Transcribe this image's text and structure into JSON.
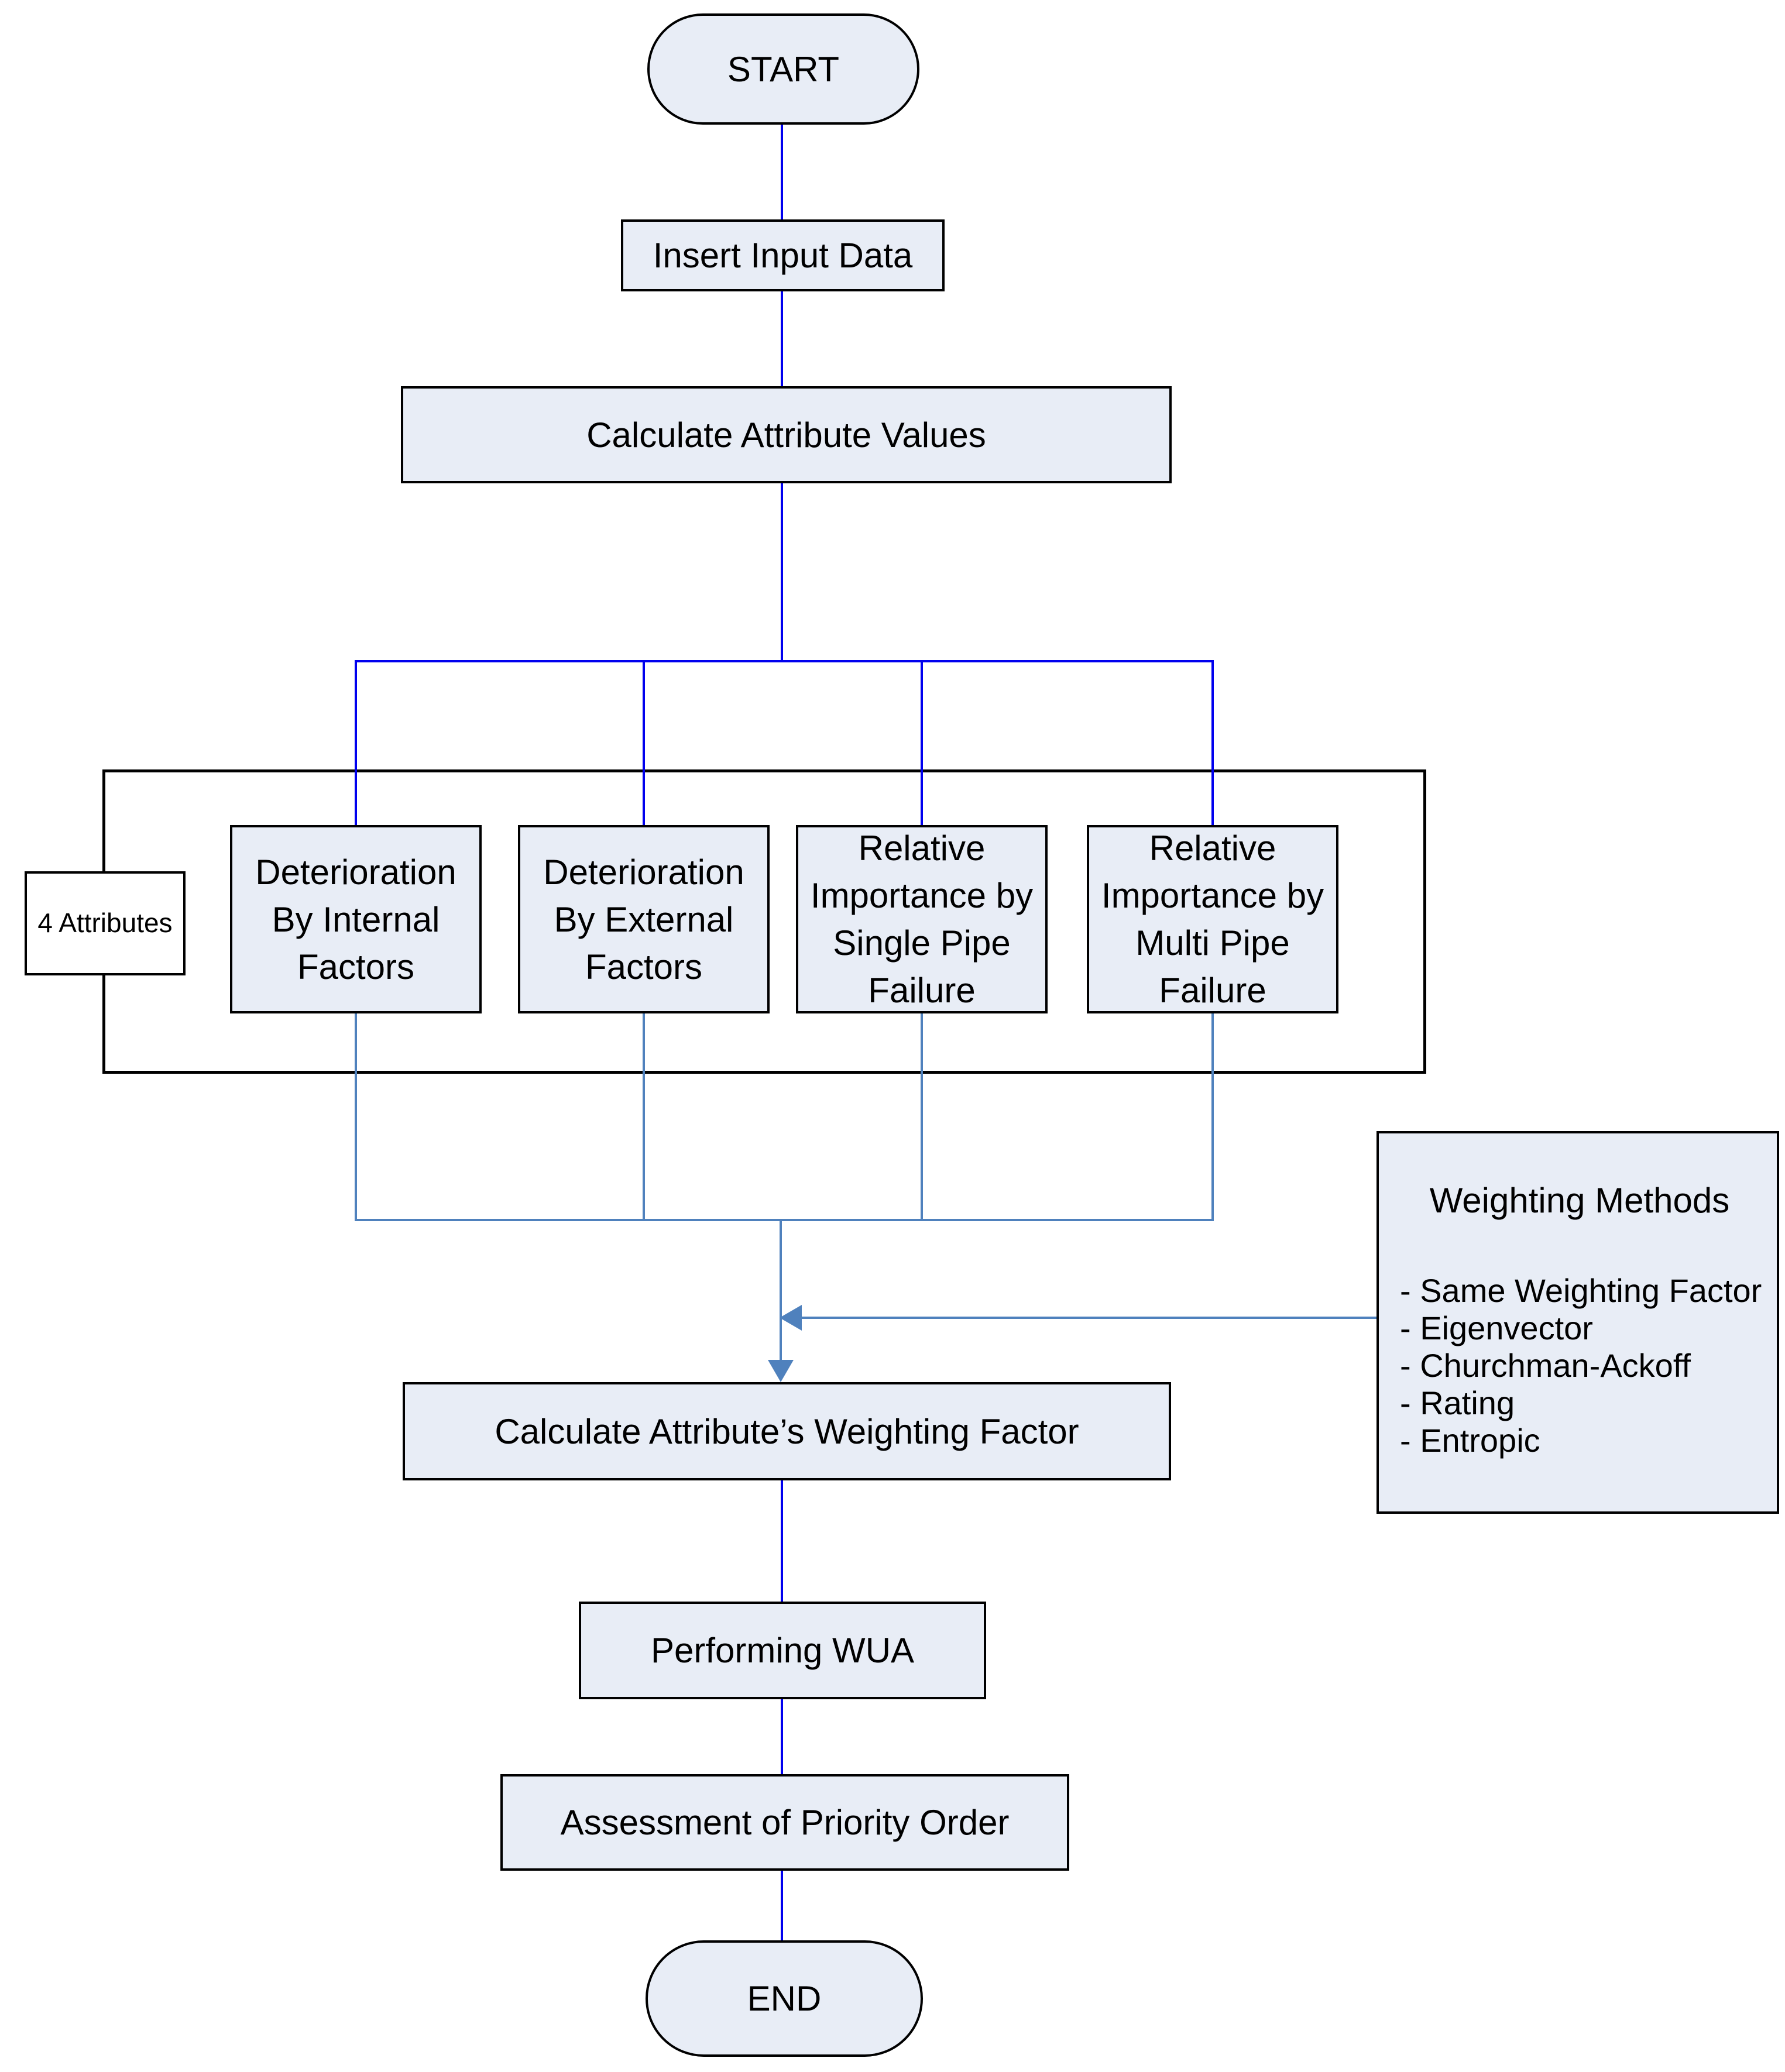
{
  "colors": {
    "canvas-bg": "#ffffff",
    "node-fill": "#e8edf6",
    "node-border": "#000000",
    "text-color": "#000000",
    "flow-blue": "#0000ee",
    "flow-steel": "#4f81bd"
  },
  "flowchart": {
    "start_label": "START",
    "insert_input_label": "Insert Input Data",
    "calculate_values_label": "Calculate Attribute Values",
    "attributes_count_label": "4 Attributes",
    "attribute_boxes": [
      "Deterioration By Internal Factors",
      "Deterioration By External Factors",
      "Relative Importance by Single Pipe Failure",
      "Relative Importance by Multi Pipe Failure"
    ],
    "weighting_methods": {
      "title": "Weighting Methods",
      "items": [
        "- Same Weighting Factor",
        "- Eigenvector",
        "- Churchman-Ackoff",
        "- Rating",
        "- Entropic"
      ]
    },
    "calculate_weighting_label": "Calculate Attribute’s Weighting Factor",
    "performing_label": "Performing WUA",
    "assessment_label": "Assessment of Priority Order",
    "end_label": "END"
  }
}
